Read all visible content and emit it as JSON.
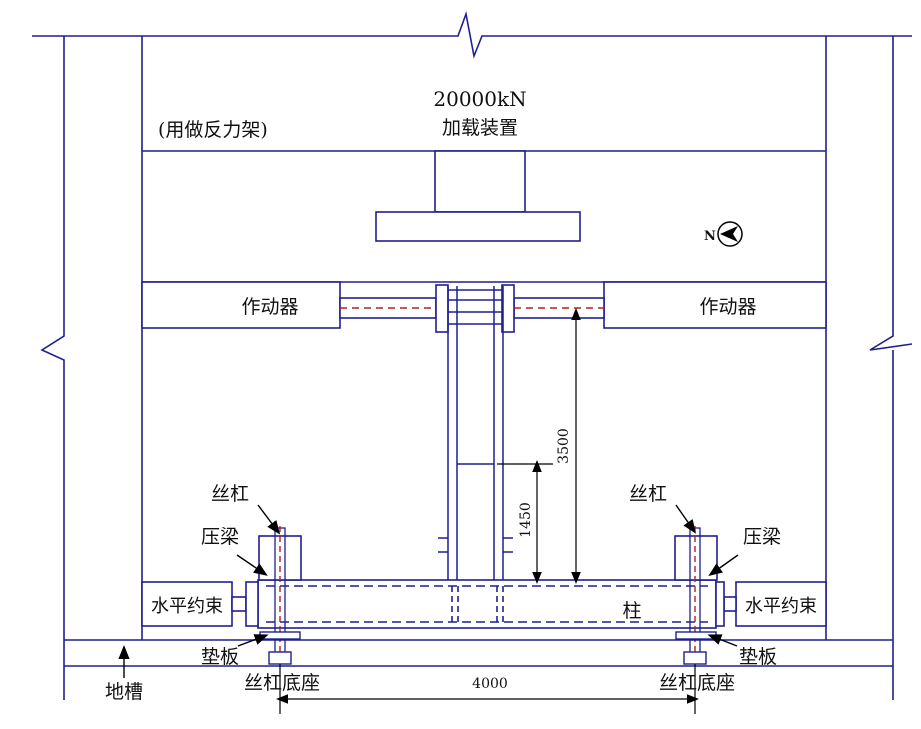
{
  "loading_device": {
    "capacity": "20000kN",
    "name": "加载装置",
    "reaction_frame_note": "(用做反力架)"
  },
  "actuators": {
    "left_label": "作动器",
    "right_label": "作动器"
  },
  "labels": {
    "screw_left": "丝杠",
    "screw_right": "丝杠",
    "press_beam_left": "压梁",
    "press_beam_right": "压梁",
    "horizontal_restraint_left": "水平约束",
    "horizontal_restraint_right": "水平约束",
    "pad_left": "垫板",
    "pad_right": "垫板",
    "trench": "地槽",
    "screw_base_left": "丝杠底座",
    "screw_base_right": "丝杠底座",
    "column": "柱",
    "compass": "N"
  },
  "dimensions": {
    "height_total": "3500",
    "height_partial": "1450",
    "span": "4000"
  },
  "colors": {
    "structure": "#1f1f8f",
    "dashed_axis": "#b22222",
    "text": "#111111"
  }
}
